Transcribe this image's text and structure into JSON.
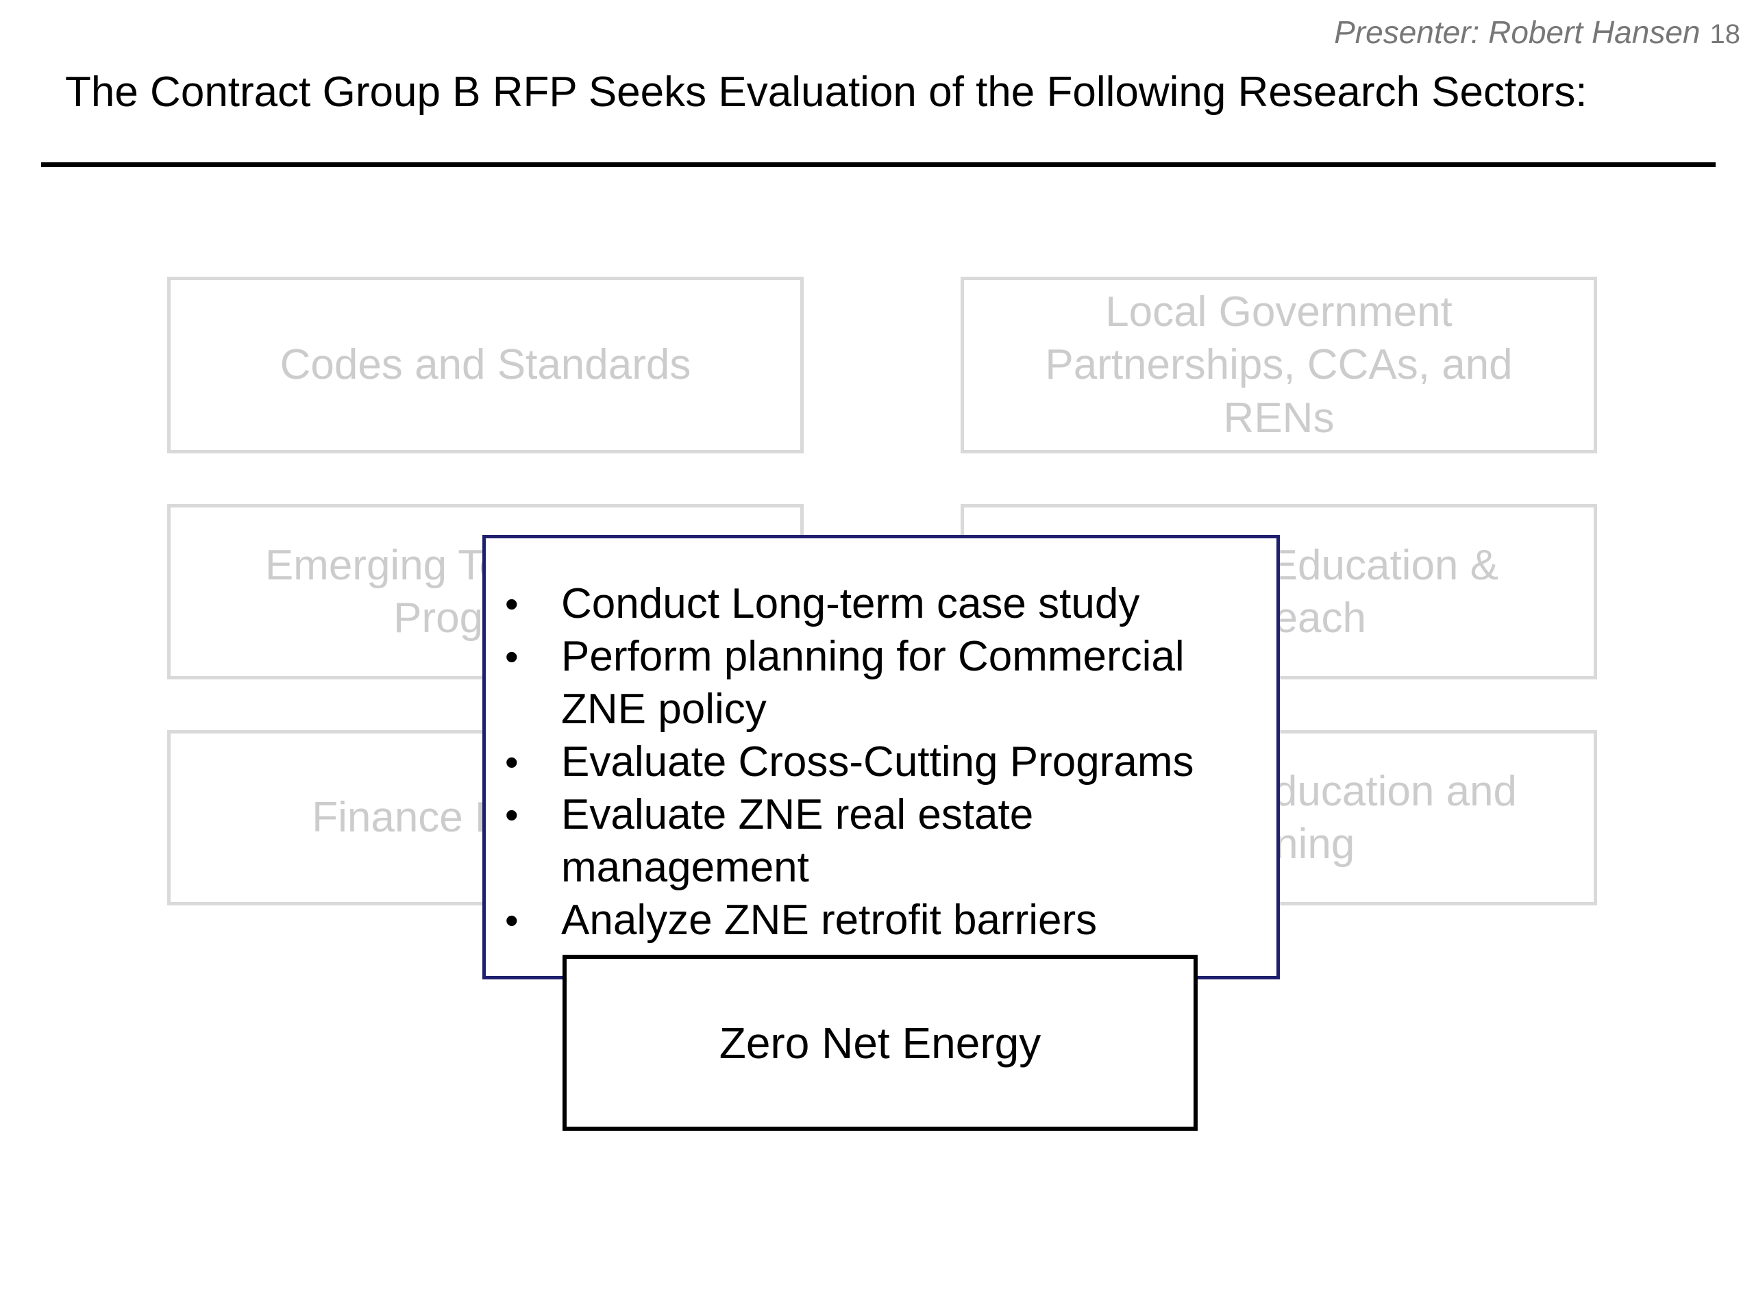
{
  "header": {
    "presenter": "Presenter: Robert Hansen",
    "slide_number": "18",
    "title": "The Contract Group B RFP Seeks Evaluation of the Following Research Sectors:"
  },
  "sectors": {
    "codes_and_standards": "Codes and Standards",
    "local_government": "Local Government Partnerships, CCAs, and RENs",
    "emerging_technologies": "Emerging Technologies Programs",
    "marketing_education": "Marketing, Education & Outreach",
    "finance": "Finance Programs",
    "workforce_education": "Workforce Education and Training"
  },
  "popup": {
    "bullets": [
      "Conduct Long-term case study",
      "Perform planning for Commercial ZNE policy",
      "Evaluate Cross-Cutting Programs",
      "Evaluate ZNE real estate management",
      "Analyze ZNE retrofit barriers"
    ]
  },
  "zne_box": {
    "label": "Zero Net Energy"
  },
  "colors": {
    "faded_border": "#d9d9d9",
    "faded_text": "#cccccc",
    "popup_border": "#1f1f6e"
  }
}
